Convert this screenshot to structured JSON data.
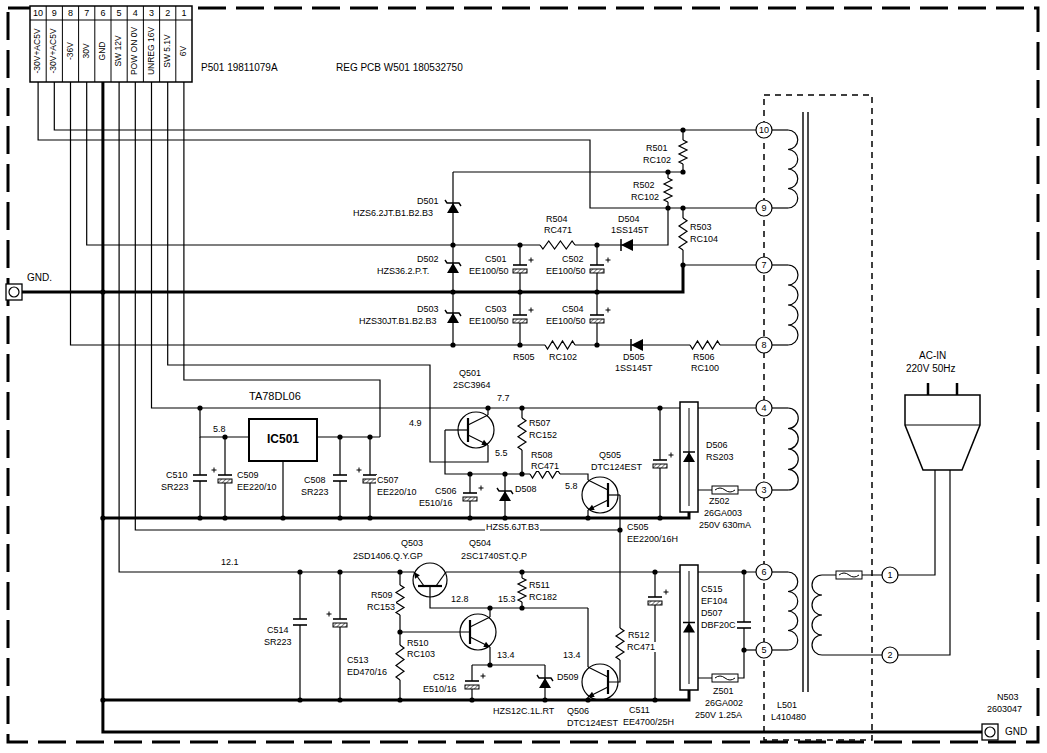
{
  "diagram": {
    "nodes": [
      {
        "text": [
          "TA78DL06",
          "IC501"
        ]
      }
    ],
    "labels": [
      "10",
      "9",
      "8",
      "7",
      "6",
      "5",
      "4",
      "3",
      "2",
      "1",
      "-30V+AC5V",
      "-30V+AC5V",
      "-36V",
      "30V",
      "GND",
      "SW 12V",
      "POW ON 0V",
      "UNREG 16V",
      "SW 5.1V",
      "6V",
      "P501 19811079A",
      "REG PCB W501 180532750",
      "R501",
      "RC102",
      "R502",
      "RC102",
      "R503",
      "RC104",
      "D501",
      "HZS6.2JT.B1.B2.B3",
      "D502",
      "HZS36.2.P.T.",
      "D503",
      "HZS30JT.B1.B2.B3",
      "R504",
      "RC471",
      "D504",
      "1SS145T",
      "C501",
      "EE100/50",
      "C502",
      "EE100/50",
      "C503",
      "EE100/50",
      "C504",
      "EE100/50",
      "D505",
      "1SS145T",
      "R506",
      "RC100",
      "R505",
      "RC102",
      "GND.",
      "10",
      "9",
      "7",
      "8",
      "4",
      "3",
      "6",
      "5",
      "1",
      "2",
      "5.8",
      "C510",
      "SR223",
      "C509",
      "EE220/10",
      "C508",
      "SR223",
      "C507",
      "EE220/10",
      "Q501",
      "2SC3964",
      "7.7",
      "4.9",
      "5.5",
      "R507",
      "RC152",
      "R508",
      "RC471",
      "Q505",
      "DTC124EST",
      "5.8",
      "C506",
      "E510/16",
      "D508",
      "HZS5.6JT.B3",
      "C505",
      "EE2200/16H",
      "D506",
      "RS203",
      "Z502",
      "26GA003",
      "250V 630mA",
      "Q503",
      "2SD1406.Q.Y.GP",
      "12.1",
      "Q504",
      "2SC1740ST.Q.P",
      "R509",
      "RC153",
      "12.8",
      "15.3",
      "R511",
      "RC182",
      "R510",
      "RC103",
      "13.4",
      "13.4",
      "C514",
      "SR223",
      "C513",
      "ED470/16",
      "C512",
      "E510/16",
      "R512",
      "RC471",
      "Q506",
      "DTC124EST",
      "D509",
      "HZS12C.1L.RT",
      "C511",
      "EE4700/25H",
      "D507",
      "DBF20C",
      "C515",
      "EF104",
      "Z501",
      "26GA002",
      "250V 1.25A",
      "L501",
      "L410480",
      "AC-IN",
      "220V 50Hz",
      "N503",
      "2603047",
      "GND"
    ]
  }
}
